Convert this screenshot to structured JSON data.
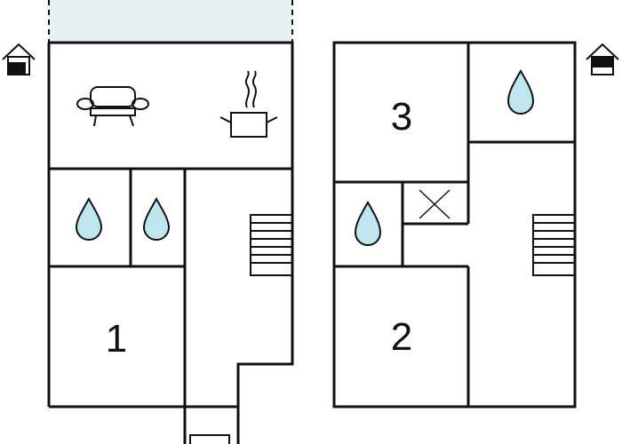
{
  "floors": [
    {
      "name": "ground-floor",
      "rooms": [
        {
          "id": "living-kitchen",
          "label": "",
          "icons": [
            "sofa-icon",
            "cooking-pot-icon"
          ]
        },
        {
          "id": "bathroom-a",
          "label": "",
          "icons": [
            "water-drop-icon"
          ]
        },
        {
          "id": "bathroom-b",
          "label": "",
          "icons": [
            "water-drop-icon"
          ]
        },
        {
          "id": "hall",
          "label": "",
          "icons": [
            "stairs-icon"
          ]
        },
        {
          "id": "bedroom-1",
          "label": "1",
          "icons": []
        }
      ]
    },
    {
      "name": "upper-floor",
      "rooms": [
        {
          "id": "bedroom-3",
          "label": "3",
          "icons": []
        },
        {
          "id": "bathroom-c",
          "label": "",
          "icons": [
            "water-drop-icon"
          ]
        },
        {
          "id": "bathroom-d",
          "label": "",
          "icons": [
            "water-drop-icon"
          ]
        },
        {
          "id": "void",
          "label": "",
          "icons": [
            "cross-icon"
          ]
        },
        {
          "id": "landing",
          "label": "",
          "icons": [
            "stairs-icon"
          ]
        },
        {
          "id": "bedroom-2",
          "label": "2",
          "icons": []
        }
      ]
    }
  ],
  "legend_icons": [
    "house-entrance-icon",
    "house-floor-icon"
  ],
  "colors": {
    "wall": "#111111",
    "water_fill": "#bfe6ee",
    "terrace_fill": "#e6f0ee",
    "background": "#ffffff"
  }
}
